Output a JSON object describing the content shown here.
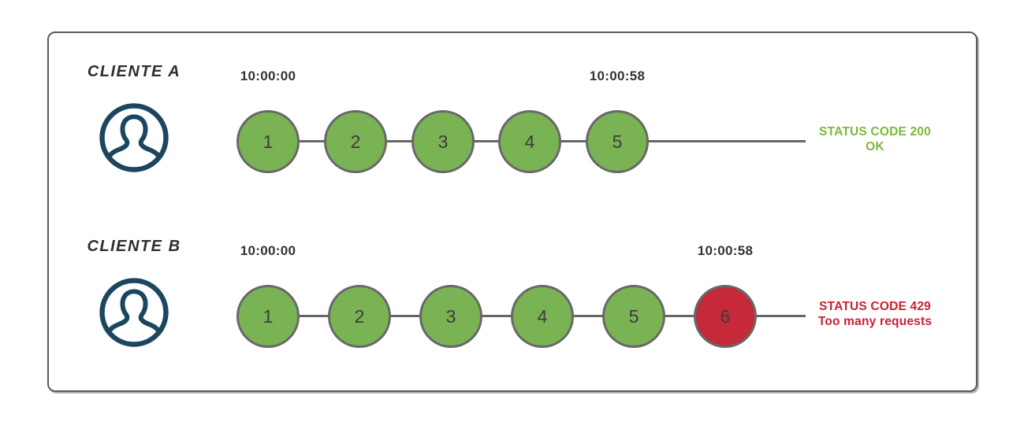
{
  "colors": {
    "request_ok": "#7ab353",
    "request_blocked": "#c5293a",
    "circle_border": "#686868",
    "line": "#666666",
    "avatar": "#1b465f",
    "text": "#2e2e2e",
    "frame_border": "#5a5a5a",
    "status_ok": "#79b83f",
    "status_error": "#cc2133"
  },
  "clients": [
    {
      "name": "CLIENTE A",
      "start_time": "10:00:00",
      "end_time": "10:00:58",
      "requests": [
        {
          "label": "1",
          "state": "ok"
        },
        {
          "label": "2",
          "state": "ok"
        },
        {
          "label": "3",
          "state": "ok"
        },
        {
          "label": "4",
          "state": "ok"
        },
        {
          "label": "5",
          "state": "ok"
        }
      ],
      "status": {
        "line1": "STATUS CODE 200",
        "line2": "OK",
        "state": "ok"
      }
    },
    {
      "name": "CLIENTE B",
      "start_time": "10:00:00",
      "end_time": "10:00:58",
      "requests": [
        {
          "label": "1",
          "state": "ok"
        },
        {
          "label": "2",
          "state": "ok"
        },
        {
          "label": "3",
          "state": "ok"
        },
        {
          "label": "4",
          "state": "ok"
        },
        {
          "label": "5",
          "state": "ok"
        },
        {
          "label": "6",
          "state": "blocked"
        }
      ],
      "status": {
        "line1": "STATUS CODE 429",
        "line2": "Too many requests",
        "state": "error"
      }
    }
  ]
}
